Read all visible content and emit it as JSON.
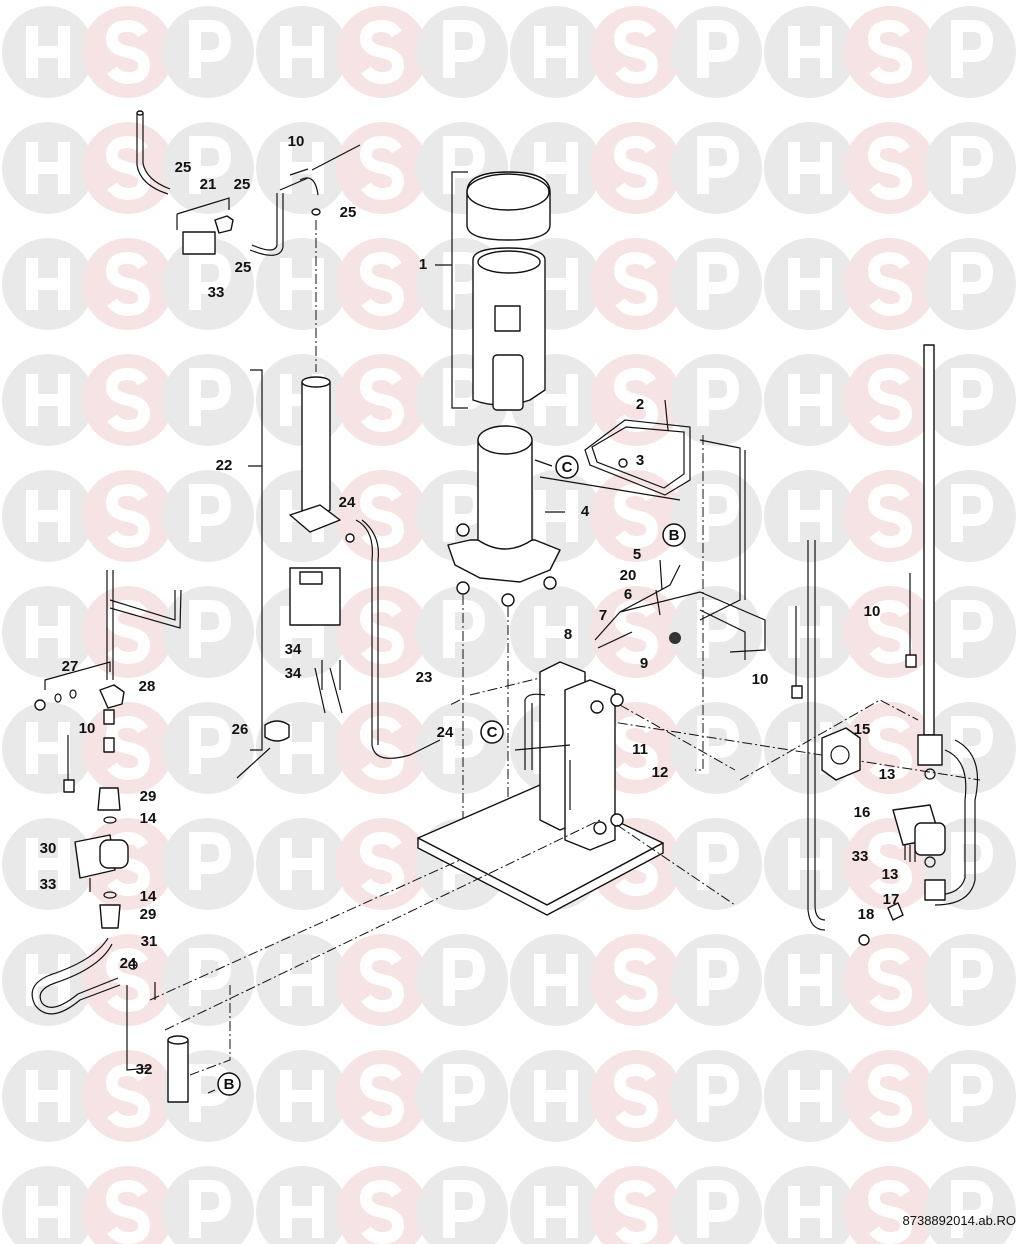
{
  "watermark": {
    "letters": [
      "H",
      "S",
      "P"
    ],
    "colors": {
      "H": "#e9e9e9",
      "S": "#f6e3e3",
      "P": "#e9e9e9"
    }
  },
  "callouts": [
    "25",
    "21",
    "25",
    "10",
    "25",
    "25",
    "33",
    "1",
    "22",
    "24",
    "2",
    "3",
    "4",
    "5",
    "20",
    "6",
    "7",
    "9",
    "8",
    "10",
    "10",
    "34",
    "34",
    "23",
    "24",
    "26",
    "27",
    "28",
    "10",
    "29",
    "14",
    "30",
    "33",
    "14",
    "29",
    "31",
    "24",
    "32",
    "11",
    "12",
    "15",
    "13",
    "16",
    "33",
    "13",
    "17",
    "18"
  ],
  "circled_refs": [
    "C",
    "B",
    "C",
    "B"
  ],
  "reference_code": "8738892014.ab.RO"
}
